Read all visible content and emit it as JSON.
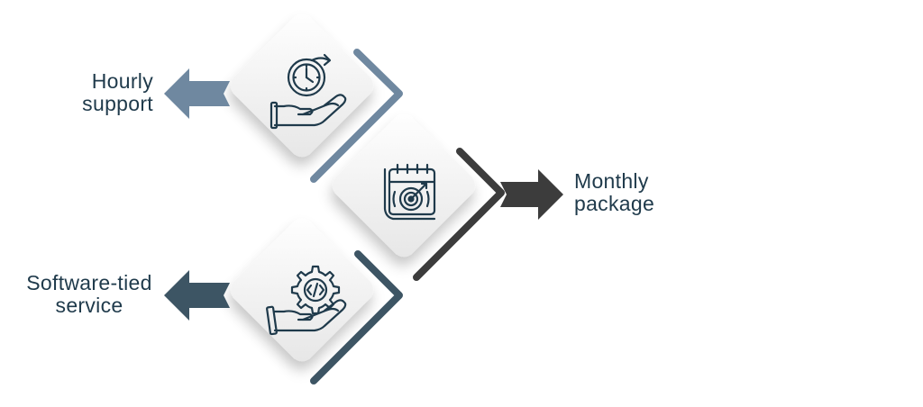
{
  "colors": {
    "hourly_accent": "#6f88a0",
    "monthly_accent": "#3c3c3c",
    "software_accent": "#3d5564",
    "icon_stroke": "#1f3a4b",
    "text": "#1f3a4b"
  },
  "items": [
    {
      "id": "hourly",
      "label_lines": [
        "Hourly",
        "support"
      ],
      "icon": "stopwatch-hand-icon",
      "arrow_direction": "left"
    },
    {
      "id": "monthly",
      "label_lines": [
        "Monthly",
        "package"
      ],
      "icon": "calendar-target-icon",
      "arrow_direction": "right"
    },
    {
      "id": "software",
      "label_lines": [
        "Software-tied",
        "service"
      ],
      "icon": "gear-code-hand-icon",
      "arrow_direction": "left"
    }
  ]
}
